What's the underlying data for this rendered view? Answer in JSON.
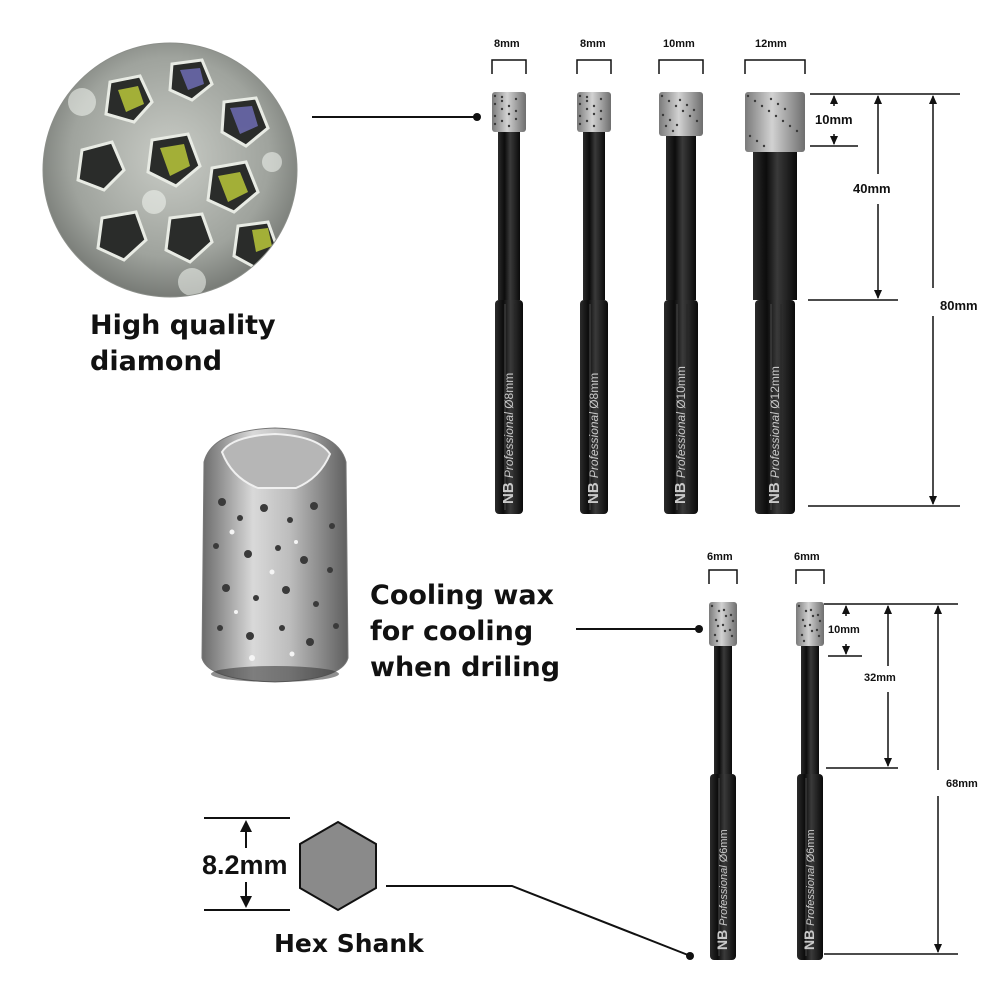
{
  "callouts": {
    "diamond": "High quality diamond",
    "cooling": "Cooling wax for cooling when driling",
    "hex": "Hex Shank"
  },
  "hex_size": "8.2mm",
  "brand_mark": "NB",
  "shank_word": "Professional",
  "top_bits": [
    {
      "size": "8mm",
      "shank_text": "Ø8mm"
    },
    {
      "size": "8mm",
      "shank_text": "Ø8mm"
    },
    {
      "size": "10mm",
      "shank_text": "Ø10mm"
    },
    {
      "size": "12mm",
      "shank_text": "Ø12mm"
    }
  ],
  "top_dims": {
    "segment": "10mm",
    "body": "40mm",
    "total": "80mm"
  },
  "bottom_bits": [
    {
      "size": "6mm",
      "shank_text": "Ø6mm"
    },
    {
      "size": "6mm",
      "shank_text": "Ø6mm"
    }
  ],
  "bottom_dims": {
    "segment": "10mm",
    "body": "32mm",
    "total": "68mm"
  },
  "colors": {
    "bit_black": "#141414",
    "diamond_grey": "#9a9a9a",
    "ink": "#111111"
  }
}
